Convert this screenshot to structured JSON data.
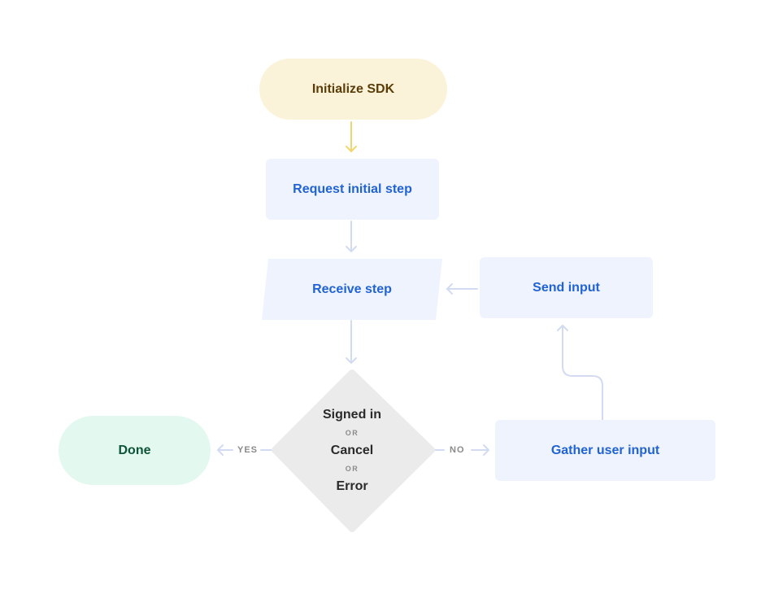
{
  "nodes": {
    "initialize": "Initialize SDK",
    "request_initial_step": "Request initial step",
    "receive_step": "Receive step",
    "send_input": "Send input",
    "gather_user_input": "Gather user input",
    "done": "Done"
  },
  "decision": {
    "line1": "Signed in",
    "or1": "OR",
    "line2": "Cancel",
    "or2": "OR",
    "line3": "Error"
  },
  "edges": {
    "yes": "YES",
    "no": "NO"
  },
  "colors": {
    "start_fill": "#fbf3d9",
    "start_text": "#5b3d0a",
    "start_arrow": "#f2d56e",
    "process_fill": "#eef3fd",
    "process_text": "#2163d4",
    "connector": "#d3dbf2",
    "decision_fill": "#ebebeb",
    "done_fill": "#e3f8ef",
    "done_text": "#0e5537"
  }
}
